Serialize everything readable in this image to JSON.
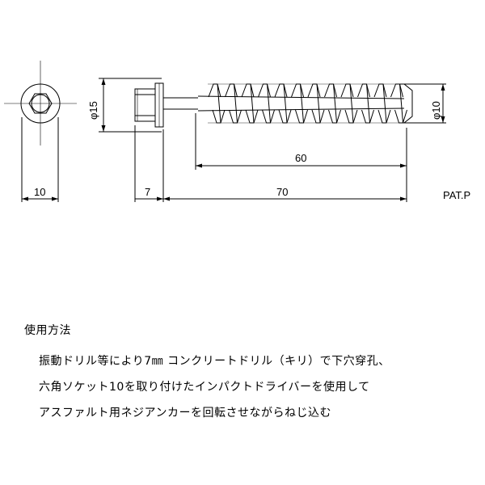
{
  "drawing": {
    "dim_hex_width": "10",
    "dim_head_height": "7",
    "dim_total_length": "70",
    "dim_thread_length": "60",
    "dim_flange_dia": "φ15",
    "dim_thread_dia": "φ10",
    "patent_mark": "PAT.P"
  },
  "usage": {
    "title": "使用方法",
    "lines": [
      "振動ドリル等により7㎜ コンクリートドリル（キリ）で下穴穿孔、",
      "六角ソケット10を取り付けたインパクトドライバーを使用して",
      "アスファルト用ネジアンカーを回転させながらねじ込む"
    ]
  }
}
